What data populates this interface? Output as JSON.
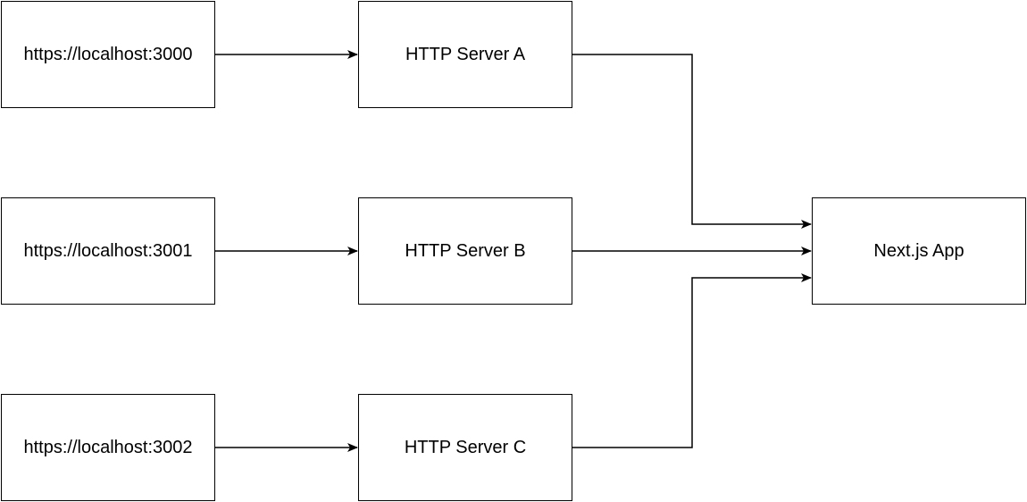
{
  "nodes": {
    "url_3000": "https://localhost:3000",
    "url_3001": "https://localhost:3001",
    "url_3002": "https://localhost:3002",
    "server_a": "HTTP Server A",
    "server_b": "HTTP Server B",
    "server_c": "HTTP Server C",
    "nextjs_app": "Next.js App"
  },
  "colors": {
    "stroke": "#000000",
    "fill": "#ffffff"
  }
}
